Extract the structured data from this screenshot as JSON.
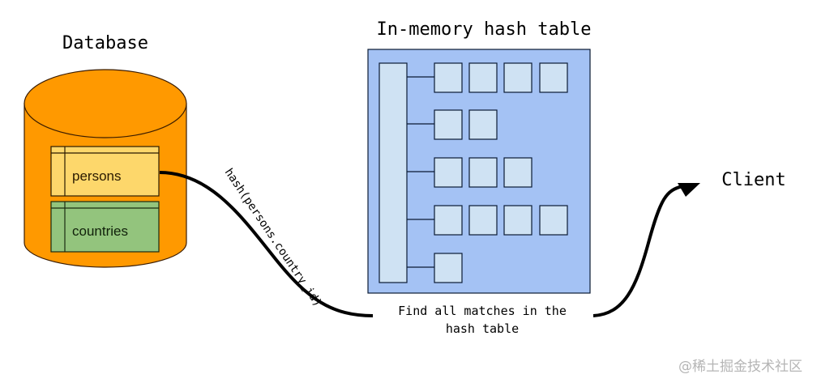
{
  "database": {
    "title": "Database",
    "tables": [
      {
        "name": "persons",
        "color": "#fdd76b"
      },
      {
        "name": "countries",
        "color": "#93c47d"
      }
    ],
    "cylinder_color": "#ff9900"
  },
  "hash_table": {
    "title": "In-memory hash table",
    "bucket_entries": [
      4,
      2,
      3,
      4,
      1
    ],
    "panel_color": "#a4c2f4",
    "cell_color": "#cfe2f3"
  },
  "edges": {
    "hash_label": "hash(persons.country_id)",
    "match_label_line1": "Find all matches in the",
    "match_label_line2": "hash table"
  },
  "client": {
    "label": "Client"
  },
  "watermark": "@稀土掘金技术社区"
}
